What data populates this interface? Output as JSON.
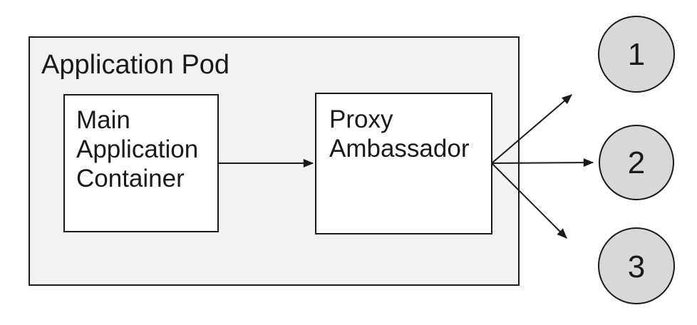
{
  "colors": {
    "background": "#ffffff",
    "pod_fill": "#f2f2f2",
    "node_fill": "#ffffff",
    "endpoint_fill": "#d8d8d8",
    "stroke": "#1a1a1a"
  },
  "diagram": {
    "pod": {
      "title": "Application Pod"
    },
    "nodes": {
      "main_container": {
        "lines": [
          "Main",
          "Application",
          "Container"
        ]
      },
      "proxy_ambassador": {
        "lines": [
          "Proxy",
          "Ambassador"
        ]
      }
    },
    "endpoints": [
      {
        "label": "1"
      },
      {
        "label": "2"
      },
      {
        "label": "3"
      }
    ]
  }
}
